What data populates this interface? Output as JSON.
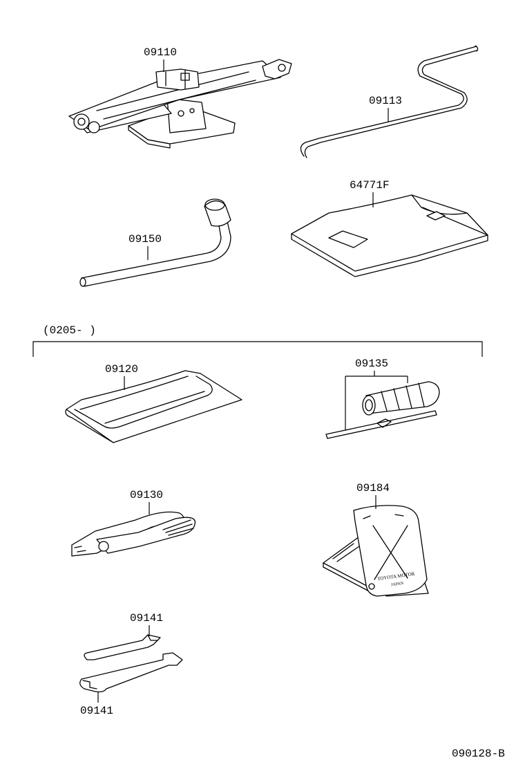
{
  "parts": {
    "jack": "09110",
    "jack_handle": "09113",
    "wheel_nut_wrench": "09150",
    "tool_cover": "64771F",
    "tool_bag": "09120",
    "screwdriver": "09135",
    "pliers": "09130",
    "warning_triangle": "09184",
    "wrench_upper": "09141",
    "wrench_lower": "09141"
  },
  "group": {
    "range_label": "(0205-        )"
  },
  "triangle_plate": {
    "line1": "TOYOTA MOTOR",
    "line2": "JAPAN"
  },
  "drawing_code": "090128-B"
}
